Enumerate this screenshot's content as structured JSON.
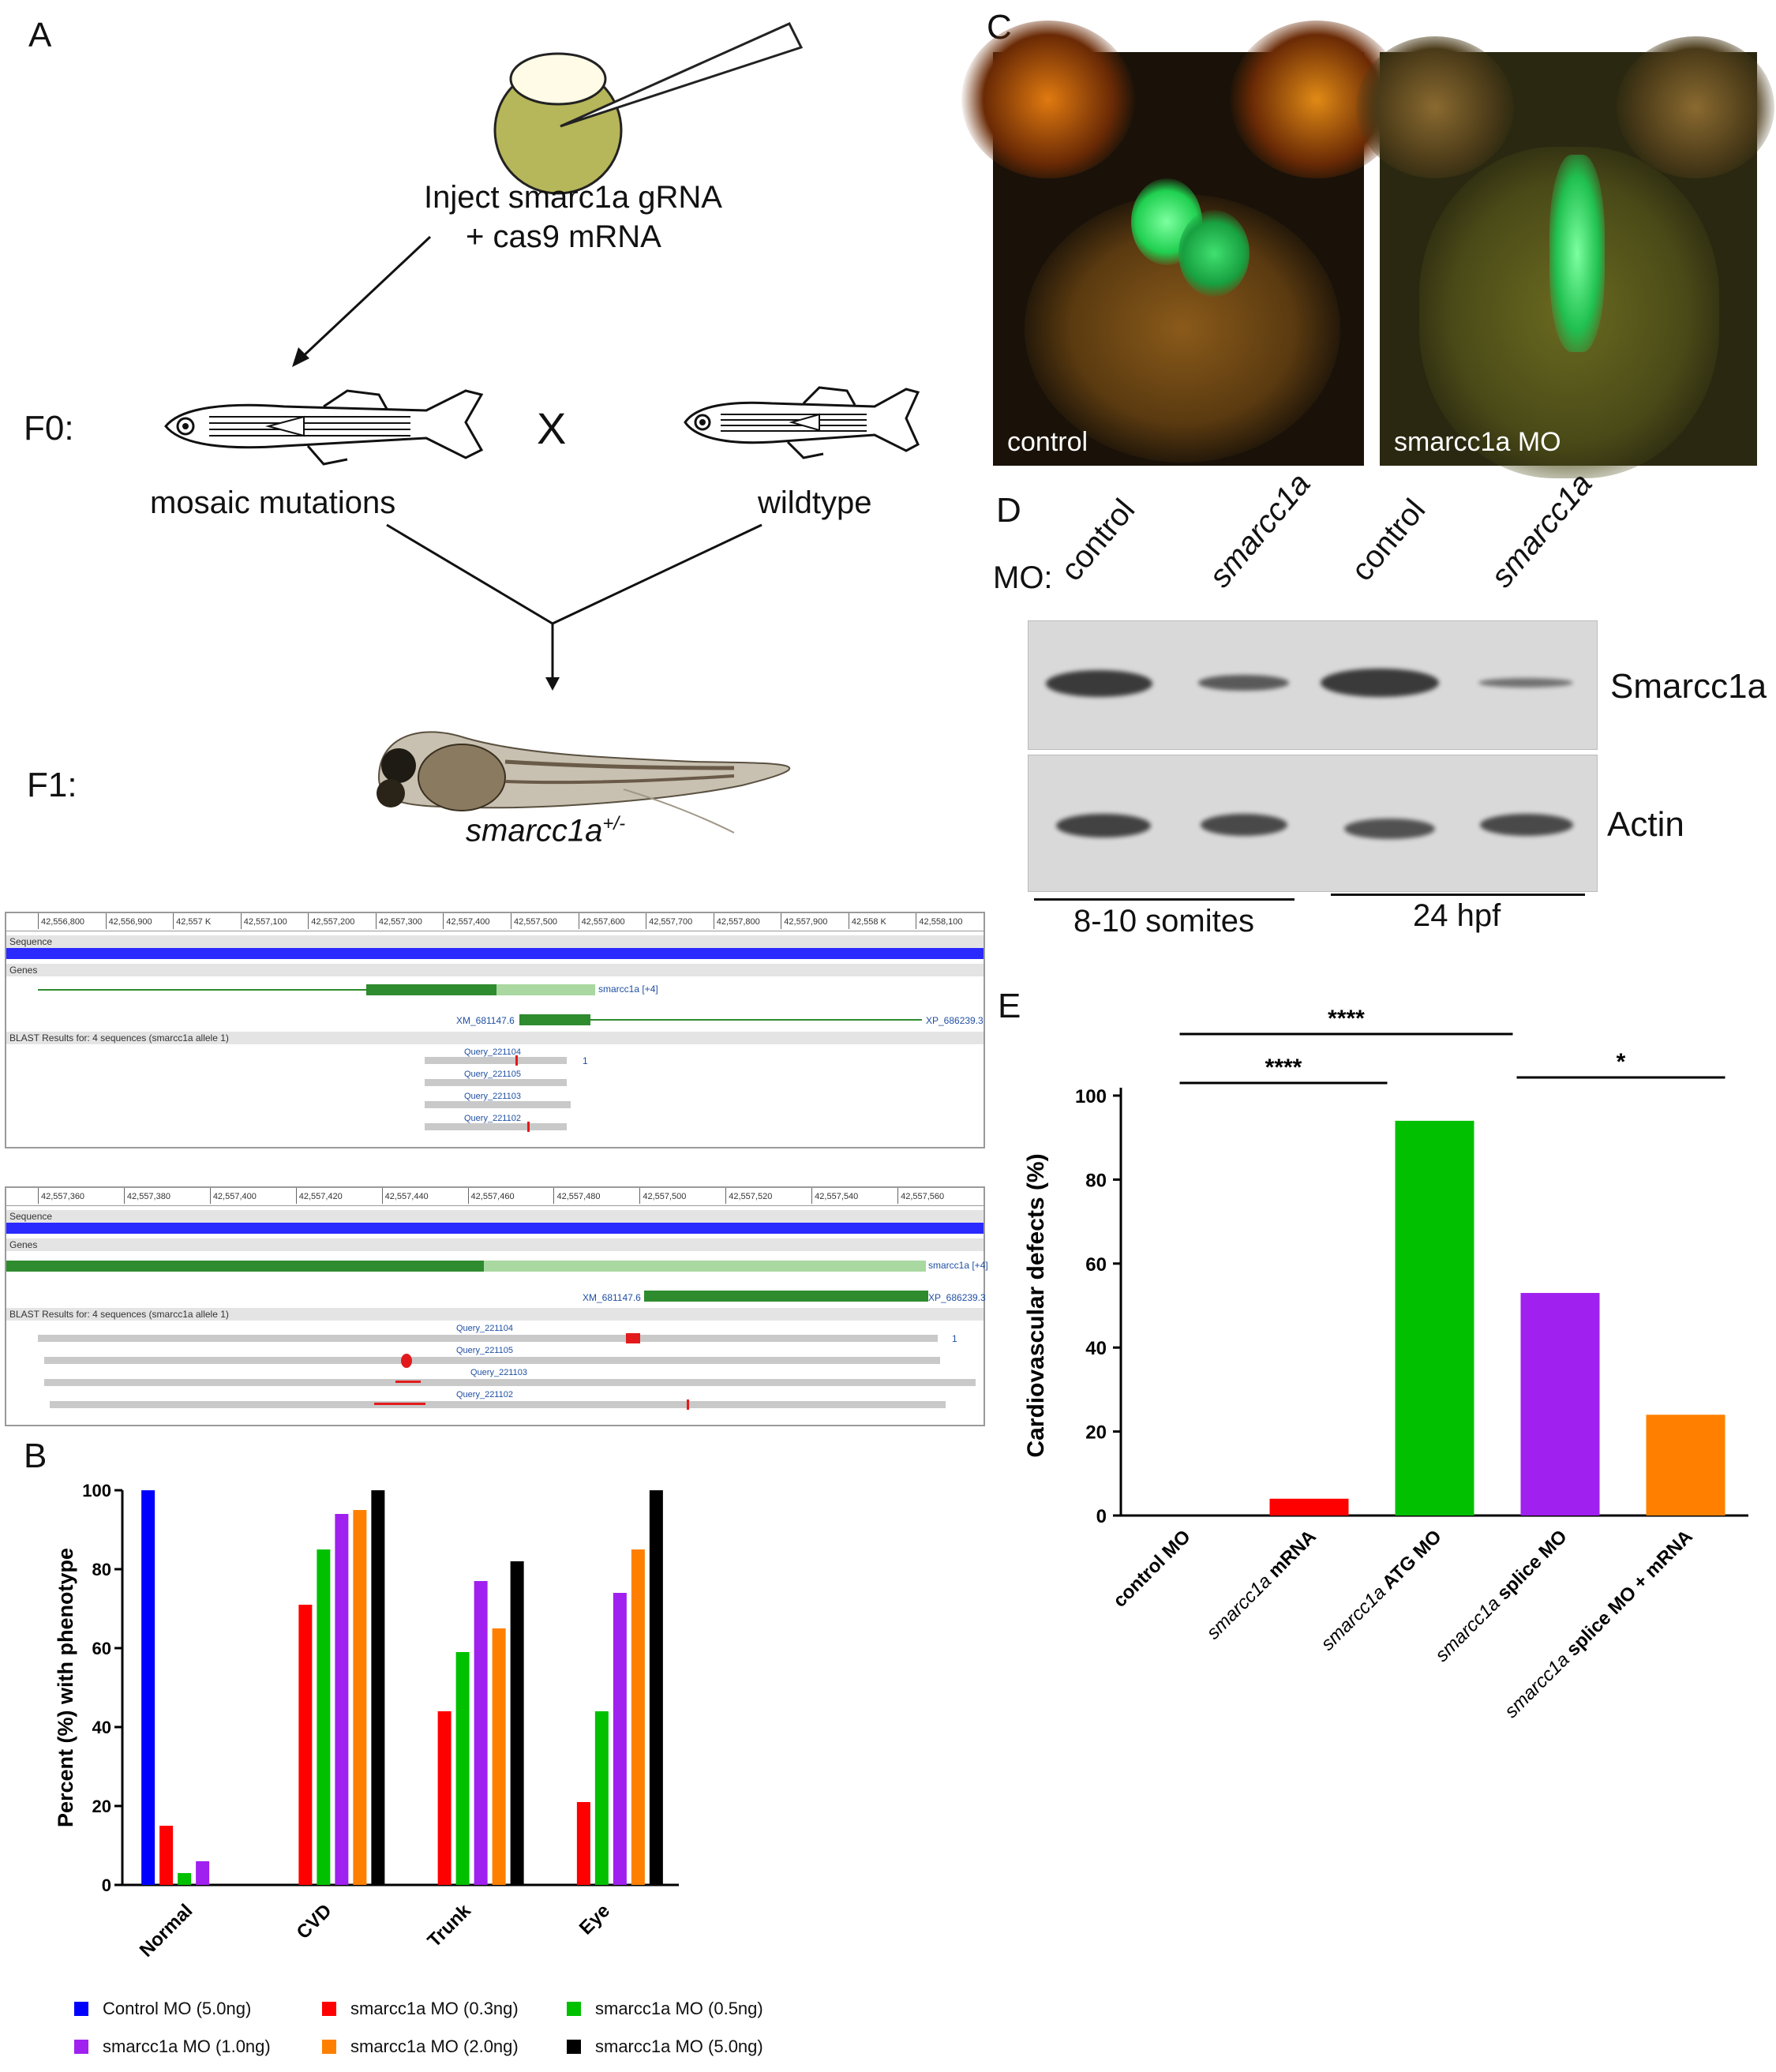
{
  "panel_labels": {
    "a": "A",
    "b": "B",
    "c": "C",
    "d": "D",
    "e": "E"
  },
  "panel_a": {
    "inject_line1": "Inject smarc1a gRNA",
    "inject_line2": "+ cas9 mRNA",
    "f0_label": "F0:",
    "cross_symbol": "X",
    "mosaic_label": "mosaic mutations",
    "wildtype_label": "wildtype",
    "f1_label": "F1:",
    "f1_genotype": "smarcc1a",
    "f1_genotype_sup": "+/-"
  },
  "genome_browser": {
    "top": {
      "ticks": [
        "42,556,800",
        "42,556,900",
        "42,557 K",
        "42,557,100",
        "42,557,200",
        "42,557,300",
        "42,557,400",
        "42,557,500",
        "42,557,600",
        "42,557,700",
        "42,557,800",
        "42,557,900",
        "42,558 K",
        "42,558,100"
      ],
      "sequence_label": "Sequence",
      "genes_label": "Genes",
      "gene_name": "smarcc1a [+4]",
      "transcript_left": "XM_681147.6",
      "transcript_right": "XP_686239.3",
      "blast_label": "BLAST Results for: 4 sequences (smarcc1a allele 1)",
      "queries": [
        "Query_221104",
        "Query_221105",
        "Query_221103",
        "Query_221102"
      ],
      "marker": "1"
    },
    "bottom": {
      "ticks": [
        "42,557,360",
        "42,557,380",
        "42,557,400",
        "42,557,420",
        "42,557,440",
        "42,557,460",
        "42,557,480",
        "42,557,500",
        "42,557,520",
        "42,557,540",
        "42,557,560"
      ],
      "sequence_label": "Sequence",
      "genes_label": "Genes",
      "gene_name": "smarcc1a [+4]",
      "transcript_left": "XM_681147.6",
      "transcript_right": "XP_686239.3",
      "blast_label": "BLAST Results for: 4 sequences (smarcc1a allele 1)",
      "queries": [
        "Query_221104",
        "Query_221105",
        "Query_221103",
        "Query_221102"
      ],
      "marker": "1"
    }
  },
  "panel_c": {
    "left_caption": "control",
    "right_caption": "smarcc1a MO"
  },
  "panel_d": {
    "mo_label": "MO:",
    "lanes": [
      "control",
      "smarcc1a",
      "control",
      "smarcc1a"
    ],
    "blot_top_label": "Smarcc1a",
    "blot_bottom_label": "Actin",
    "group_left": "8-10 somites",
    "group_right": "24 hpf",
    "smarcc1a_band_intensity": [
      1.0,
      0.45,
      1.0,
      0.2
    ],
    "actin_band_intensity": [
      0.9,
      0.85,
      0.8,
      0.9
    ]
  },
  "colors": {
    "blue": "#0000ff",
    "red": "#ff0000",
    "green": "#00c000",
    "purple": "#a020f0",
    "orange": "#ff8000",
    "black": "#000000",
    "gene_green": "#2e8b2e",
    "gene_light": "#a9d8a0",
    "seq_blue": "#2a2aff"
  },
  "chart_data": [
    {
      "id": "B",
      "type": "bar",
      "ylabel": "Percent (%) with phenotype",
      "xlabel": "",
      "ylim": [
        0,
        100
      ],
      "yticks": [
        0,
        20,
        40,
        60,
        80,
        100
      ],
      "categories": [
        "Normal",
        "CVD",
        "Trunk",
        "Eye"
      ],
      "series": [
        {
          "name": "Control MO (5.0ng)",
          "color": "#0000ff",
          "values": [
            100,
            0,
            0,
            0
          ]
        },
        {
          "name": "smarcc1a MO (0.3ng)",
          "color": "#ff0000",
          "values": [
            15,
            71,
            44,
            21
          ]
        },
        {
          "name": "smarcc1a MO (0.5ng)",
          "color": "#00c000",
          "values": [
            3,
            85,
            59,
            44
          ]
        },
        {
          "name": "smarcc1a MO (1.0ng)",
          "color": "#a020f0",
          "values": [
            6,
            94,
            77,
            74
          ]
        },
        {
          "name": "smarcc1a MO (2.0ng)",
          "color": "#ff8000",
          "values": [
            0,
            95,
            65,
            85
          ]
        },
        {
          "name": "smarcc1a MO (5.0ng)",
          "color": "#000000",
          "values": [
            0,
            100,
            82,
            100
          ]
        }
      ],
      "legend": "bottom"
    },
    {
      "id": "E",
      "type": "bar",
      "ylabel": "Cardiovascular defects  (%)",
      "xlabel": "",
      "ylim": [
        0,
        100
      ],
      "yticks": [
        0,
        20,
        40,
        60,
        80,
        100
      ],
      "categories": [
        "control MO",
        "smarcc1a mRNA",
        "smarcc1a ATG MO",
        "smarcc1a splice MO",
        "smarcc1a splice MO + mRNA"
      ],
      "category_labels": [
        {
          "italic": "",
          "plain": "control MO"
        },
        {
          "italic": "smarcc1a",
          "plain": " mRNA"
        },
        {
          "italic": "smarcc1a",
          "plain": " ATG MO"
        },
        {
          "italic": "smarcc1a",
          "plain": " splice MO"
        },
        {
          "italic": "smarcc1a",
          "plain": " splice MO + mRNA"
        }
      ],
      "values": [
        0,
        4,
        94,
        53,
        24
      ],
      "colors": [
        "#0000ff",
        "#ff0000",
        "#00c000",
        "#a020f0",
        "#ff8000"
      ],
      "significance": [
        {
          "from": 0,
          "to": 3,
          "label": "****"
        },
        {
          "from": 0,
          "to": 2,
          "label": "****"
        },
        {
          "from": 3,
          "to": 4,
          "label": "*"
        }
      ]
    }
  ]
}
